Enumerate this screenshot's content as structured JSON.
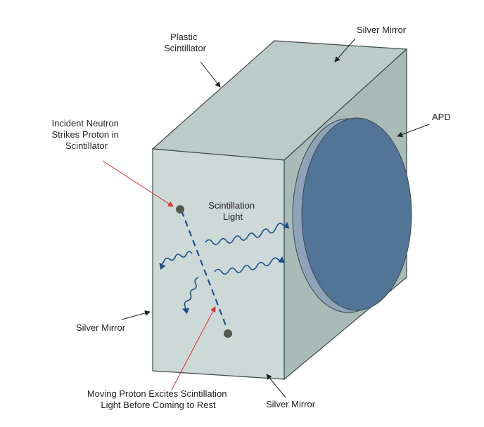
{
  "labels": {
    "plastic_scintillator": [
      "Plastic",
      "Scintillator"
    ],
    "silver_mirror_top": "Silver Mirror",
    "apd": "APD",
    "incident_neutron": [
      "Incident Neutron",
      "Strikes Proton in",
      "Scintillator"
    ],
    "scintillation_light": [
      "Scintillation",
      "Light"
    ],
    "silver_mirror_left": "Silver Mirror",
    "moving_proton": [
      "Moving Proton Excites Scintillation",
      "Light Before Coming to Rest"
    ],
    "silver_mirror_bottom": "Silver Mirror"
  },
  "colors": {
    "front_face": "#cdd9d6",
    "top_face": "#bccbc7",
    "side_face": "#a9bbb6",
    "edge": "#3c4a47",
    "apd_face": "#527497",
    "apd_rim": "#8fa3b8",
    "proton": "#545a4f",
    "photon": "#1d4f8f",
    "pointer_red": "#e02a2a",
    "pointer_black": "#222222"
  }
}
